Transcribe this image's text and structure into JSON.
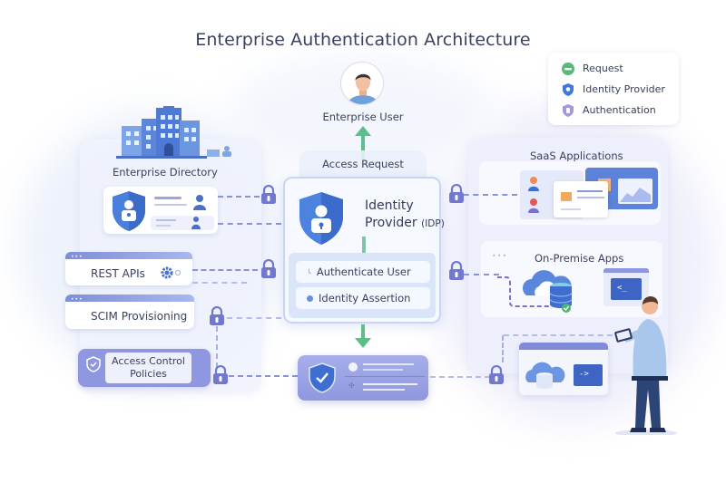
{
  "title": "Enterprise Authentication Architecture",
  "legend": {
    "items": [
      {
        "icon": "request-icon",
        "label": "Request",
        "color": "#4caf6e"
      },
      {
        "icon": "identity-provider-icon",
        "label": "Identity Provider",
        "color": "#3f78d8"
      },
      {
        "icon": "authentication-icon",
        "label": "Authentication",
        "color": "#9b87d8"
      }
    ]
  },
  "user": {
    "label": "Enterprise User"
  },
  "access_request": {
    "label": "Access Request"
  },
  "idp": {
    "title_line1": "Identity",
    "title_line2": "Provider",
    "title_suffix": "(IDP)",
    "steps": [
      "Authenticate User",
      "Identity Assertion"
    ]
  },
  "left": {
    "directory": {
      "label": "Enterprise Directory"
    },
    "rest": {
      "label": "REST APIs"
    },
    "scim": {
      "label": "SCIM Provisioning"
    },
    "policies": {
      "label_line1": "Access Control",
      "label_line2": "Policies"
    }
  },
  "right": {
    "saas": {
      "label": "SaaS Applications"
    },
    "onprem": {
      "label": "On-Premise Apps"
    },
    "terminal_prompt": "<_",
    "arrow_prompt": "->"
  },
  "colors": {
    "accent_blue": "#3f78d8",
    "accent_purple": "#7b84d6",
    "request_green": "#4caf82",
    "title": "#3b4163"
  }
}
